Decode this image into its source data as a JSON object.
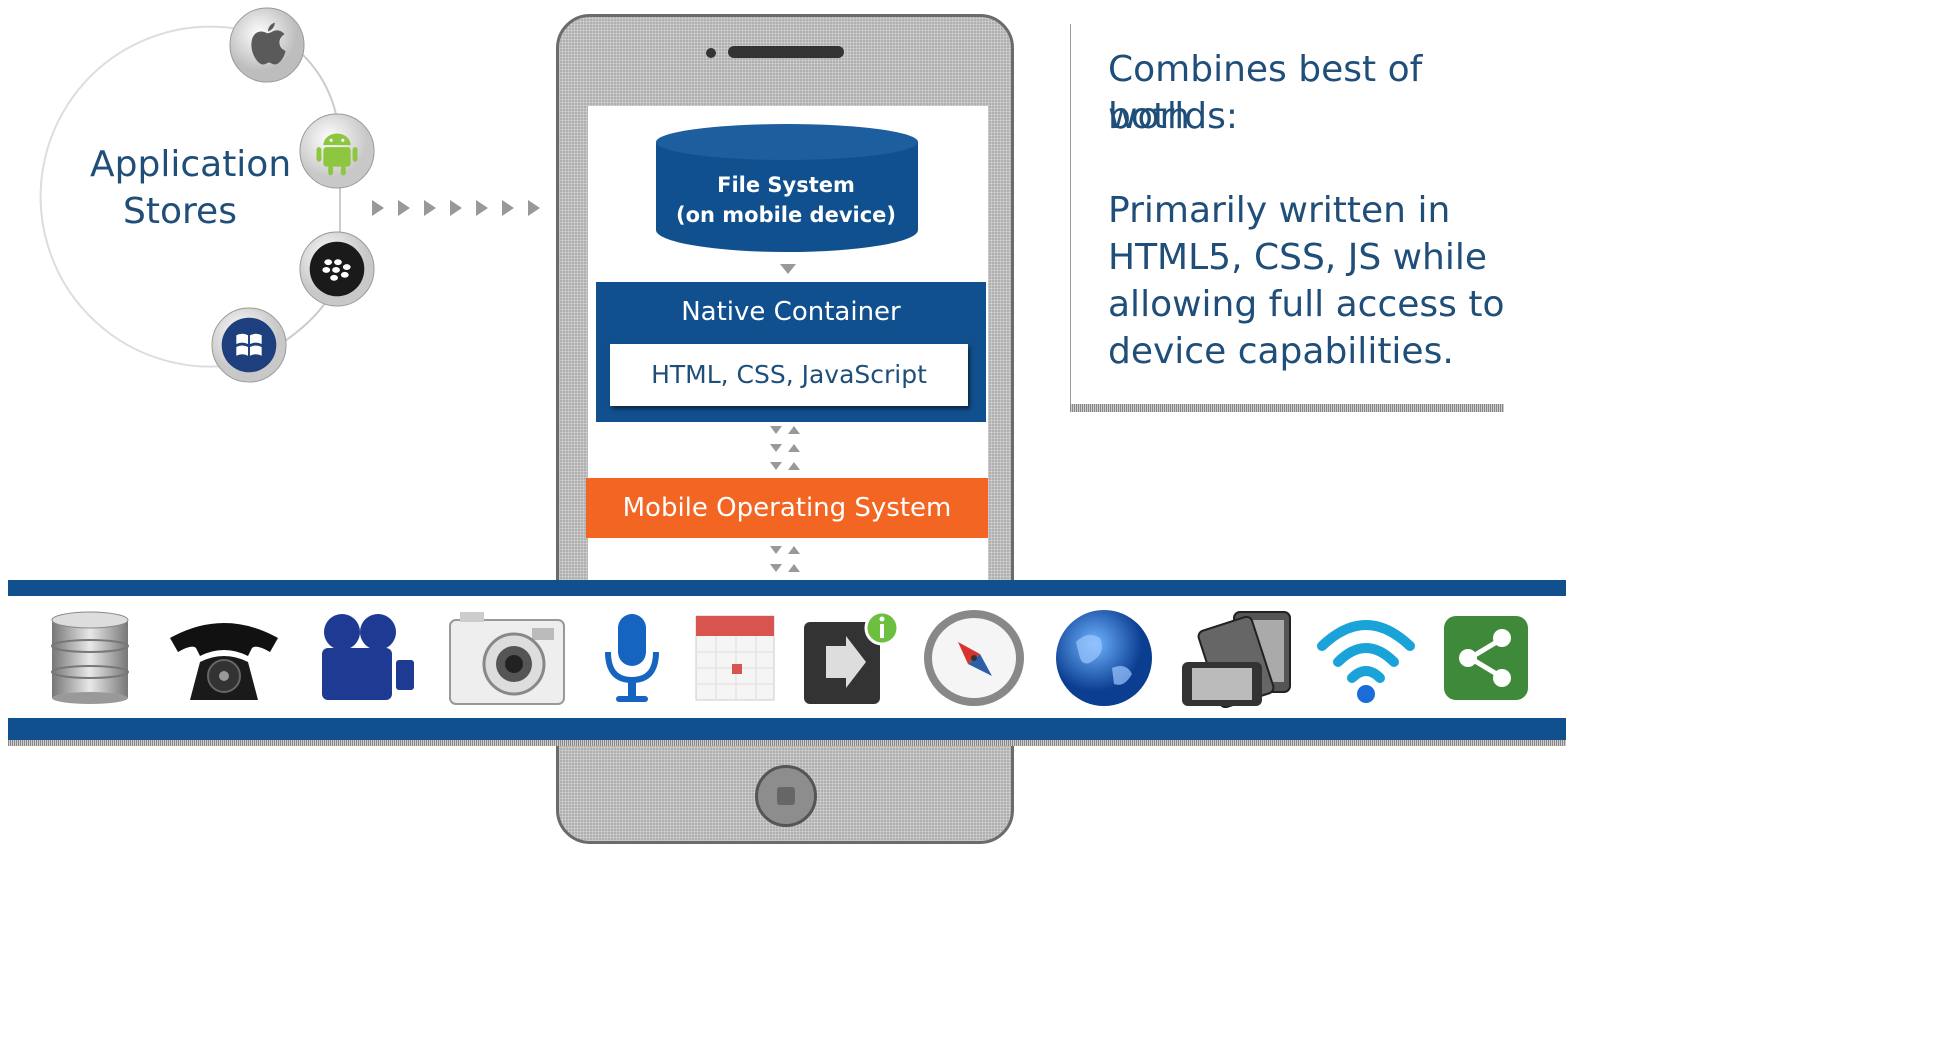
{
  "stores": {
    "label_line1": "Application",
    "label_line2": "Stores",
    "icons": [
      "apple-icon",
      "android-icon",
      "blackberry-icon",
      "windows-icon"
    ]
  },
  "phone": {
    "file_system": {
      "line1": "File System",
      "line2": "(on mobile device)"
    },
    "native_container": {
      "title": "Native Container",
      "inner": "HTML, CSS, JavaScript"
    },
    "mobile_os": "Mobile Operating System"
  },
  "right_text": {
    "line1": "Combines best of both",
    "line2": "worlds:",
    "line3": "Primarily written in",
    "line4": "HTML5, CSS, JS while",
    "line5": "allowing full access to",
    "line6": "device capabilities."
  },
  "capabilities": [
    "database-icon",
    "telephone-icon",
    "video-camera-icon",
    "camera-icon",
    "microphone-icon",
    "calendar-icon",
    "notification-icon",
    "compass-icon",
    "globe-icon",
    "devices-icon",
    "wifi-icon",
    "share-icon"
  ],
  "colors": {
    "navy": "#11508e",
    "text_blue": "#1f4e79",
    "orange": "#f26522"
  }
}
